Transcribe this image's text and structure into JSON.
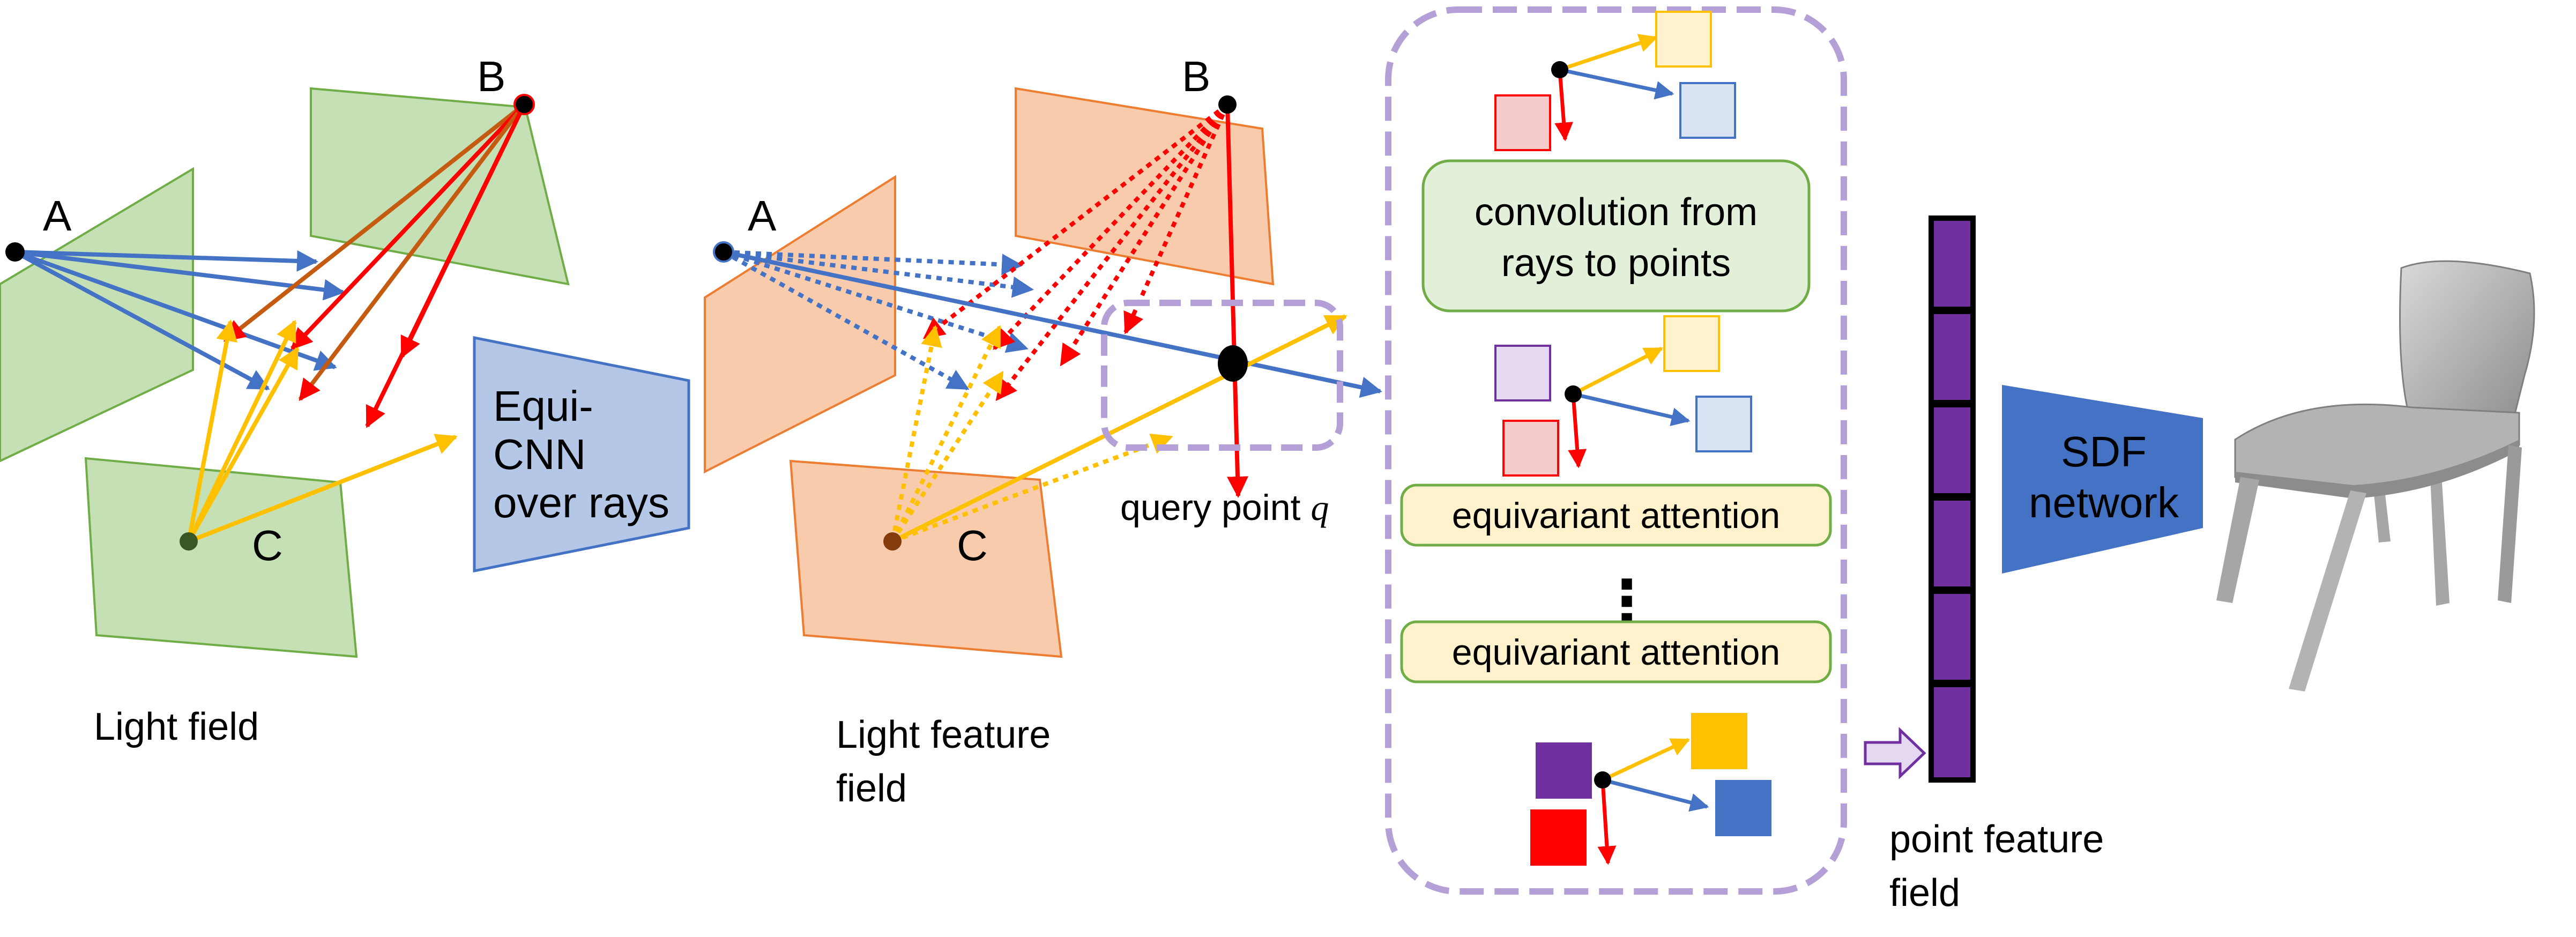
{
  "panel1": {
    "points": {
      "a": "A",
      "b": "B",
      "c": "C"
    },
    "cnn_box": {
      "line1": "Equi-",
      "line2": "CNN",
      "line3": "over rays"
    },
    "caption": "Light field"
  },
  "panel2": {
    "points": {
      "a": "A",
      "b": "B",
      "c": "C"
    },
    "query_label": "query point",
    "query_symbol": "q",
    "caption_line1": "Light feature",
    "caption_line2": "field"
  },
  "pipeline": {
    "convolution_line1": "convolution from",
    "convolution_line2": "rays to points",
    "attention_1": "equivariant attention",
    "ellipsis": "⋮",
    "attention_2": "equivariant attention"
  },
  "output": {
    "feature_caption_line1": "point feature",
    "feature_caption_line2": "field",
    "sdf_line1": "SDF",
    "sdf_line2": "network"
  },
  "colors": {
    "green_plane": "#c5e0b4",
    "green_stroke": "#70ad47",
    "orange_plane": "#f8cbad",
    "orange_stroke": "#ed7d31",
    "ray_blue": "#4472c4",
    "ray_red": "#ff0000",
    "ray_brown": "#c55a11",
    "ray_yellow": "#ffc000",
    "cnn_fill": "#b4c7e7",
    "purple": "#7030a0",
    "dashed_purple": "#b4a0d7",
    "conv_fill": "#e2f0d9",
    "attention_fill": "#fff2cc",
    "sdf_blue": "#4472c4"
  }
}
